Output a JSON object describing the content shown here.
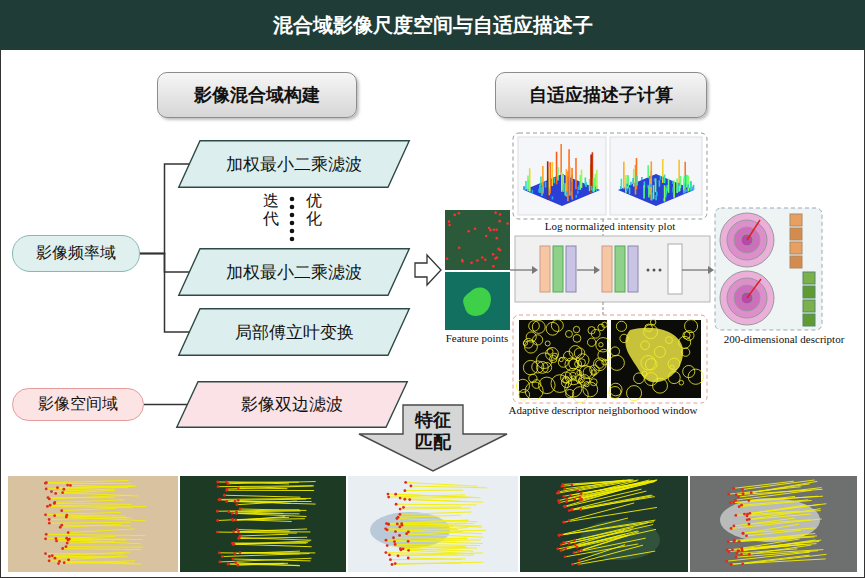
{
  "diagram": {
    "title": "混合域影像尺度空间与自适应描述子",
    "nodes": [
      {
        "text": [
          "影像混合域构建"
        ]
      },
      {
        "text": [
          "自适应描述子计算"
        ]
      },
      {
        "text": [
          "影像频率域"
        ]
      },
      {
        "text": [
          "加权最小二乘滤波"
        ]
      },
      {
        "text": [
          "加权最小二乘滤波"
        ]
      },
      {
        "text": [
          "局部傅立叶变换"
        ]
      },
      {
        "text": [
          "影像空间域"
        ]
      },
      {
        "text": [
          "影像双边滤波"
        ]
      },
      {
        "text": [
          "特征 匹配"
        ]
      }
    ],
    "edges": [
      {
        "from": 2,
        "to": 3,
        "arrow": "none"
      },
      {
        "from": 2,
        "to": 4,
        "arrow": "none"
      },
      {
        "from": 2,
        "to": 5,
        "arrow": "none"
      },
      {
        "from": 6,
        "to": 7,
        "arrow": "none"
      }
    ],
    "labels": [
      "迭代",
      "优化",
      "Log normalized intensity plot",
      "Feature points",
      "200-dimensional descriptor",
      "Adaptive descriptor neighborhood window"
    ]
  }
}
